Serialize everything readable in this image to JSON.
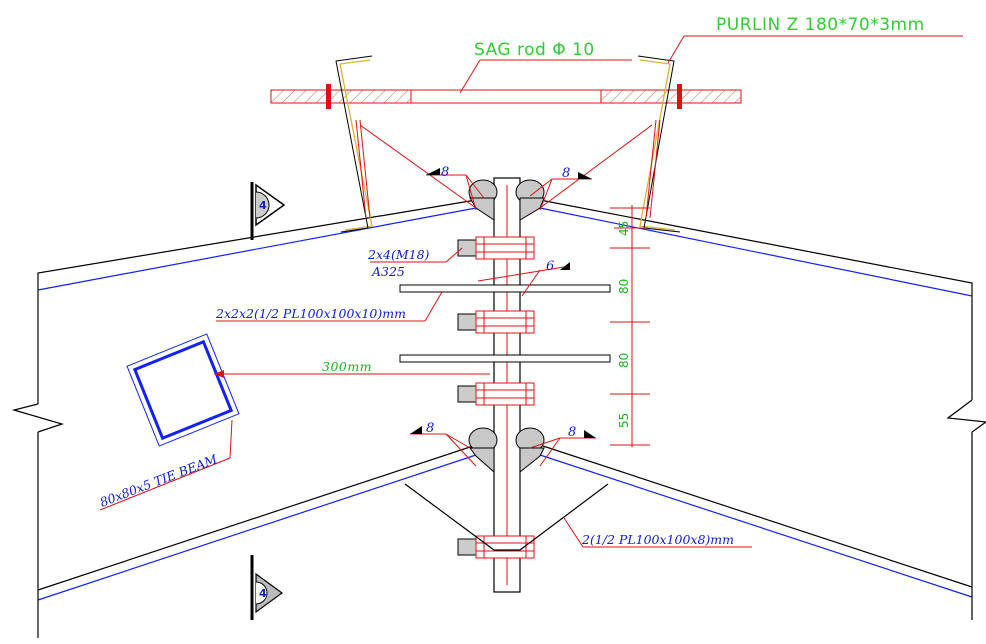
{
  "labels": {
    "purlin": "PURLIN Z 180*70*3mm",
    "sag_rod": "SAG rod Φ 10",
    "bolts": "2x4(M18)",
    "bolt_grade": "A325",
    "stiffeners": "2x2x2(1/2 PL100x100x10)mm",
    "bottom_plate": "2(1/2 PL100x100x8)mm",
    "tie_beam": "80x80x5 TIE BEAM",
    "length_300": "300mm"
  },
  "welds": {
    "top_left": "8",
    "top_right": "8",
    "bottom_left": "8",
    "bottom_right": "8",
    "stiffener": "6"
  },
  "dimensions": {
    "d1": "45",
    "d2": "80",
    "d3": "80",
    "d4": "55"
  },
  "section_marks": {
    "upper": "4",
    "lower": "4"
  },
  "colors": {
    "outline": "#000000",
    "detail": "#e01010",
    "rafter_edge": "#1020ff",
    "label_green": "#2fcf2f",
    "label_blue": "#1020d0",
    "purlin": "#e0b030"
  }
}
